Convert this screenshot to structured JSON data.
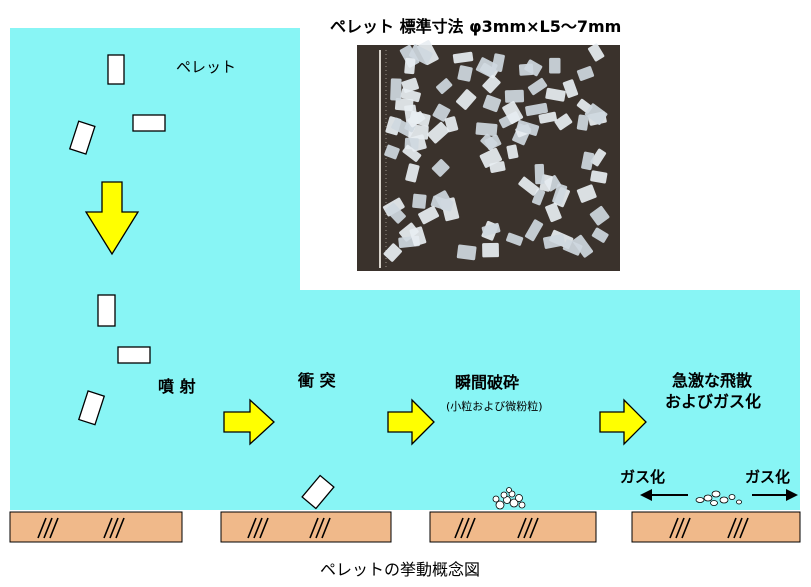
{
  "diagram": {
    "photo_caption": "ペレット 標準寸法 φ3mm×L5～7mm",
    "pellet_label": "ペレット",
    "stages": {
      "injection": "噴 射",
      "collision": "衝 突",
      "fracture": "瞬間破砕",
      "fracture_note": "(小粒および微粉粒)",
      "scatter_line1": "急激な飛散",
      "scatter_line2": "およびガス化"
    },
    "gas_left": "ガス化",
    "gas_right": "ガス化",
    "caption": "ペレットの挙動概念図",
    "colors": {
      "cyan_area": "#88f5f5",
      "yellow_arrow": "#ffff00",
      "ground": "#f0b98a",
      "photo_background": "#3a322c"
    }
  }
}
